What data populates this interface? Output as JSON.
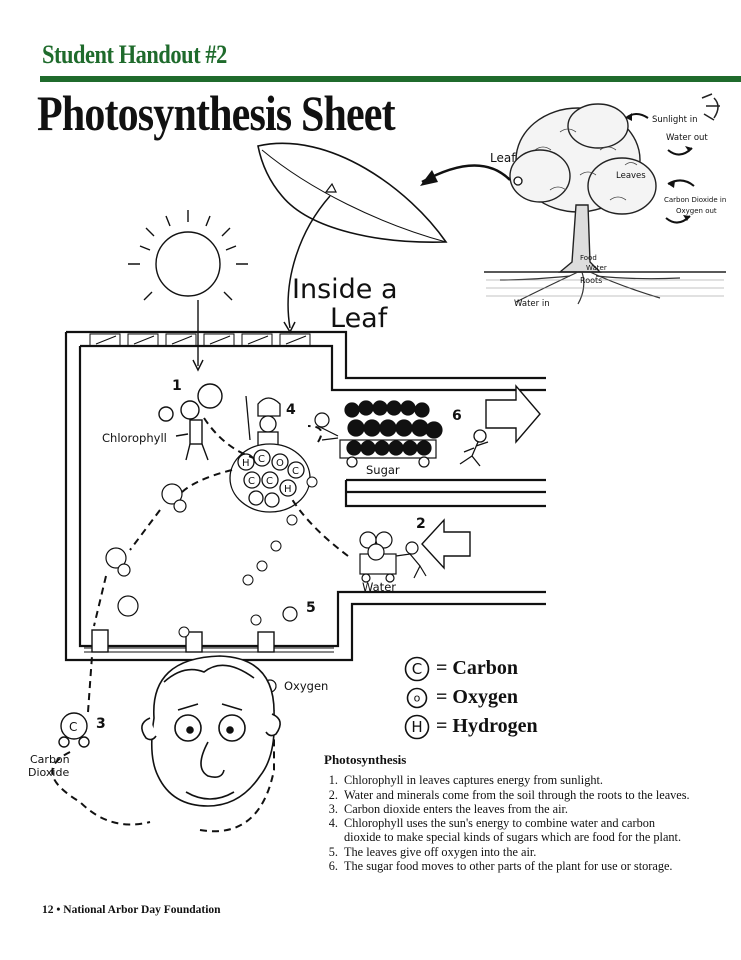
{
  "header": {
    "handout_label": "Student Handout #2",
    "title": "Photosynthesis Sheet"
  },
  "tree_inset": {
    "leaf_label": "Leaf",
    "sunlight_label": "Sunlight in",
    "water_out_label": "Water out",
    "leaves_label": "Leaves",
    "co2_in_label": "Carbon Dioxide in",
    "oxygen_out_label": "Oxygen out",
    "food_label": "Food",
    "water_label": "Water",
    "roots_label": "Roots",
    "water_in_label": "Water in"
  },
  "leaf_diagram": {
    "inside_leaf_line1": "Inside a",
    "inside_leaf_line2": "Leaf",
    "step_1": "1",
    "step_2": "2",
    "step_3": "3",
    "step_4": "4",
    "step_5": "5",
    "step_6": "6",
    "chlorophyll_label": "Chlorophyll",
    "sugar_label": "Sugar",
    "water_label": "Water",
    "oxygen_label": "Oxygen",
    "co2_label_line1": "Carbon",
    "co2_label_line2": "Dioxide"
  },
  "legend": {
    "items": [
      {
        "symbol": "C",
        "label": "= Carbon"
      },
      {
        "symbol": "o",
        "label": "= Oxygen"
      },
      {
        "symbol": "H",
        "label": "= Hydrogen"
      }
    ]
  },
  "explanation": {
    "heading": "Photosynthesis",
    "steps": [
      "Chlorophyll in leaves captures energy from sunlight.",
      "Water and minerals come from the soil through the roots to the leaves.",
      "Carbon dioxide enters the leaves from the air.",
      "Chlorophyll uses the sun's energy to combine water and carbon dioxide to make special kinds of sugars which are food for the plant.",
      "The leaves give off oxygen into the air.",
      "The sugar food moves to other parts of the plant for use or storage."
    ]
  },
  "footer": {
    "text": "12 • National Arbor Day Foundation"
  },
  "colors": {
    "accent_green": "#1f6b2c"
  }
}
